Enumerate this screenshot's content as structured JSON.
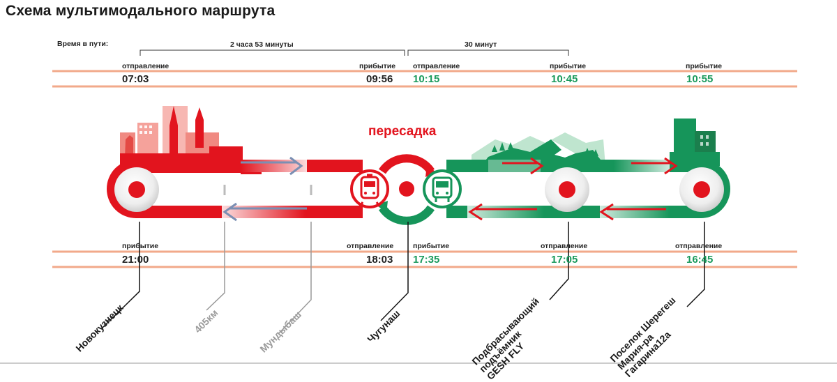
{
  "title": "Схема мультимодального маршрута",
  "travel_time": {
    "label": "Время в пути:",
    "segment1": "2 часа 53 минуты",
    "segment2": "30 минут"
  },
  "forward": {
    "departure_label": "отправление",
    "arrival_label": "прибытие",
    "t1": "07:03",
    "t2": "09:56",
    "t3": "10:15",
    "t4": "10:45",
    "t5": "10:55"
  },
  "return": {
    "departure_label": "отправление",
    "arrival_label": "прибытие",
    "t1": "21:00",
    "t2": "18:03",
    "t3": "17:35",
    "t4": "17:05",
    "t5": "16:45"
  },
  "transfer_label": "пересадка",
  "stops": {
    "novokuznetsk": "Новокузнецк",
    "km405": "405км",
    "mundybash": "Мундыбаш",
    "chugunash": "Чугунаш",
    "lift_line1": "Подбрасывающий",
    "lift_line2": "подъёмник",
    "lift_line3": "GESH FLY",
    "sheregesh_line1": "Поселок Шерегеш",
    "sheregesh_line2": "Мария-ра",
    "sheregesh_line3": "Гагарина12а"
  },
  "colors": {
    "train_red": "#e2141e",
    "bus_green": "#16955a",
    "timeline_orange": "#f2a98a",
    "arrow_blue": "#7b8fb3"
  },
  "icons": {
    "train": "train-icon",
    "bus": "bus-icon"
  }
}
